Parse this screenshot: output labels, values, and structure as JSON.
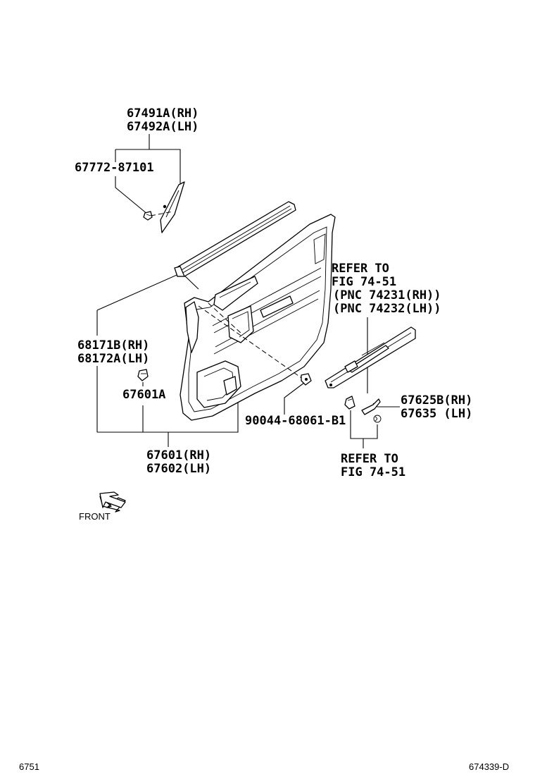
{
  "callouts": {
    "molding_rh": "67491A(RH)",
    "molding_lh": "67492A(LH)",
    "clip_molding": "67772-87101",
    "weatherstrip_rh": "68171B(RH)",
    "weatherstrip_lh": "68172A(LH)",
    "clip_panel": "67601A",
    "screw": "90044-68061-B1",
    "panel_rh": "67601(RH)",
    "panel_lh": "67602(LH)",
    "refer1_line1": "REFER TO",
    "refer1_line2": "FIG 74-51",
    "refer1_line3": "(PNC 74231(RH))",
    "refer1_line4": "(PNC 74232(LH))",
    "bracket_rh": "67625B(RH)",
    "bracket_lh": "67635 (LH)",
    "refer2_line1": "REFER TO",
    "refer2_line2": "FIG 74-51"
  },
  "front_label": "FRONT",
  "footer": {
    "left_code": "6751",
    "right_code": "674339-D"
  }
}
